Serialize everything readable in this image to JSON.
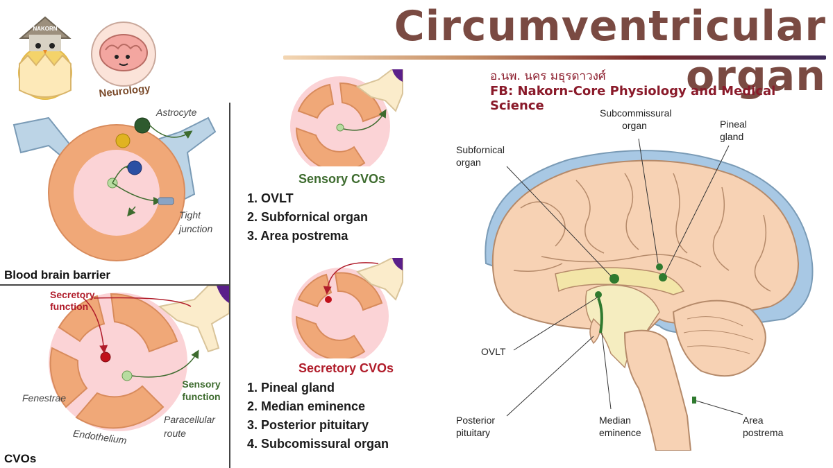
{
  "header": {
    "title": "Circumventricular organ",
    "author": "อ.นพ. นคร มธุรดาวงศ์",
    "facebook": "FB: Nakorn-Core Physiology and Medical Science"
  },
  "logo": {
    "neurology_text": "Neurology",
    "chick_text": "NAKORN"
  },
  "bbb_panel": {
    "caption": "Blood brain barrier",
    "astrocyte_label": "Astrocyte",
    "tight_junction_label": "Tight junction"
  },
  "cvo_panel": {
    "caption": "CVOs",
    "secretory_function_label": "Secretory function",
    "sensory_function_label": "Sensory function",
    "fenestrae_label": "Fenestrae",
    "paracellular_label": "Paracellular route",
    "endothelium_label": "Endothelium"
  },
  "sensory_cvos": {
    "heading": "Sensory CVOs",
    "items": [
      "1. OVLT",
      "2. Subfornical organ",
      "3. Area postrema"
    ]
  },
  "secretory_cvos": {
    "heading": "Secretory CVOs",
    "items": [
      "1. Pineal gland",
      "2. Median eminence",
      "3. Posterior pituitary",
      "4. Subcomissural organ"
    ]
  },
  "brain_labels": {
    "subcommissural": "Subcommissural organ",
    "pineal": "Pineal gland",
    "subfornical": "Subfornical organ",
    "ovlt": "OVLT",
    "posterior_pituitary": "Posterior pituitary",
    "median_eminence": "Median eminence",
    "area_postrema": "Area postrema"
  },
  "colors": {
    "endothelium": "#f0a878",
    "lumen": "#fbd3d6",
    "astrocyte": "#bcd4e6",
    "neuron": "#fbeccb",
    "sensory_green": "#3d6b2e",
    "secretory_red": "#b01c2a",
    "brain_fill": "#f7d2b4",
    "meninges": "#a8c8e4"
  }
}
